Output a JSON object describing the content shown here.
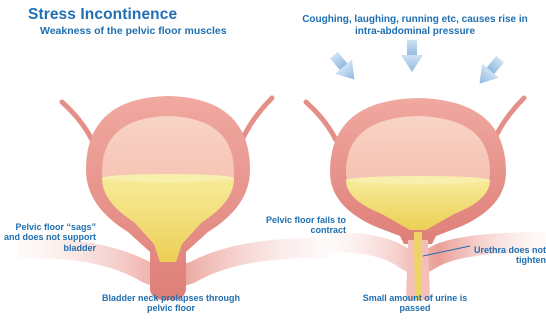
{
  "header": {
    "title": "Stress Incontinence",
    "subtitle": "Weakness of the pelvic floor muscles"
  },
  "right_caption": "Coughing, laughing, running etc, causes rise in intra-abdominal pressure",
  "labels": {
    "pelvic_floor_sags": "Pelvic floor “sags” and does not support bladder",
    "bladder_neck_prolapses": "Bladder neck prolapses through pelvic floor",
    "pelvic_floor_fails": "Pelvic floor fails to contract",
    "urethra_not_tighten": "Urethra does not tighten",
    "small_amount_urine": "Small amount of urine is passed"
  },
  "colors": {
    "text": "#1f6fb2",
    "bladder_wall": "#e8958f",
    "bladder_inner": "#f6c6b6",
    "urine": "#f4e27c",
    "muscle": "#ecaaa3",
    "arrow": "#a9c9e8"
  }
}
